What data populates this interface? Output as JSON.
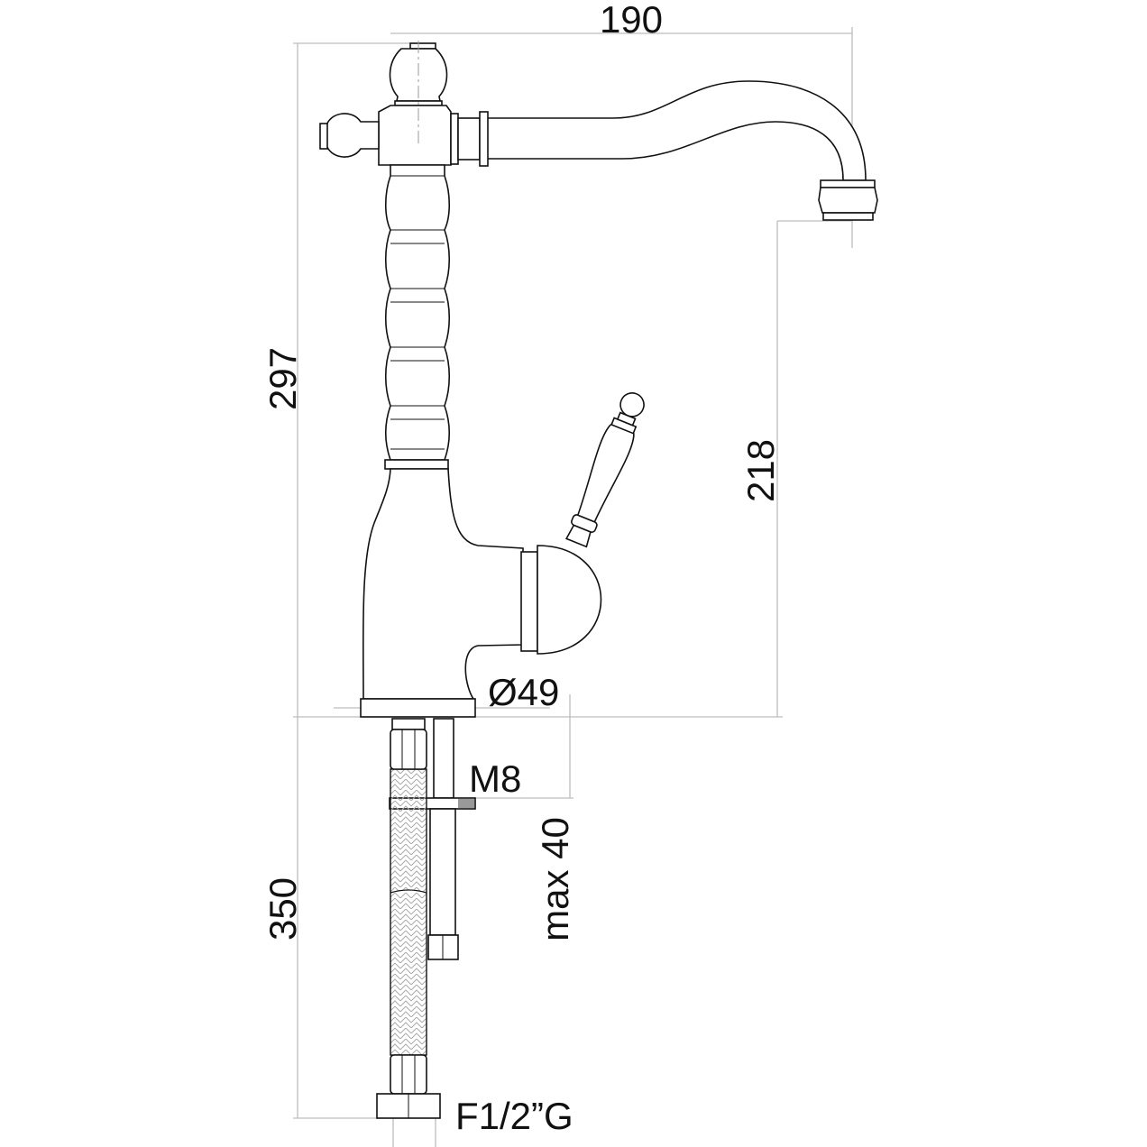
{
  "dimensions": {
    "spout_reach": "190",
    "total_height": "297",
    "spout_height": "218",
    "base_diameter": "Ø49",
    "stud_thread": "M8",
    "max_deck_thickness": "max 40",
    "hose_length": "350",
    "hose_connection": "F1/2”G"
  },
  "colors": {
    "line": "#111111",
    "dimension": "#bdbdbd"
  }
}
